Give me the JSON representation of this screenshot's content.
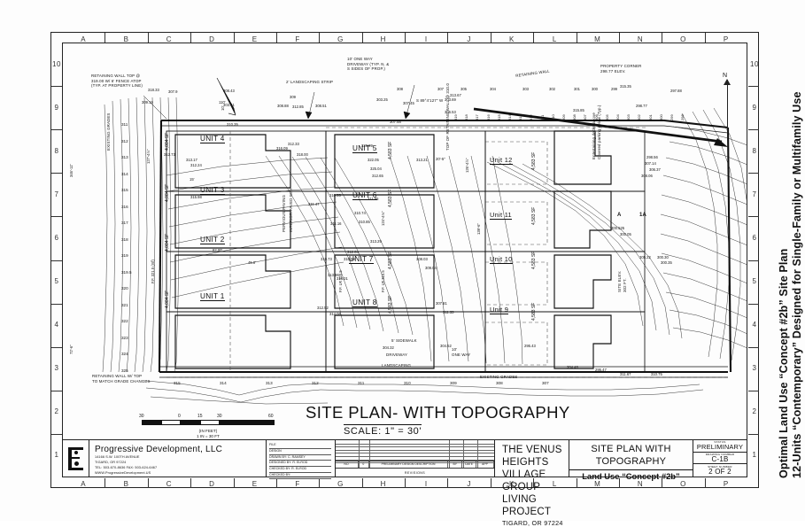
{
  "sheet": {
    "main_title": "SITE PLAN- WITH TOPOGRAPHY",
    "scale_label": "SCALE:  1\" = 30'"
  },
  "grid": {
    "columns": [
      "A",
      "B",
      "C",
      "D",
      "E",
      "F",
      "G",
      "H",
      "I",
      "J",
      "K",
      "L",
      "M",
      "N",
      "O",
      "P"
    ],
    "rows": [
      "10",
      "9",
      "8",
      "7",
      "6",
      "5",
      "4",
      "3",
      "2",
      "1"
    ]
  },
  "north_arrow": {
    "label": "N"
  },
  "scale_bar": {
    "ticks": [
      "30",
      "0",
      "15",
      "30",
      "60"
    ],
    "caption_line1": "(IN FEET)",
    "caption_line2": "1 IN = 30 FT"
  },
  "plan": {
    "units": [
      {
        "name": "UNIT 4",
        "area": "4,084 SF"
      },
      {
        "name": "UNIT 3",
        "area": "4,084 SF"
      },
      {
        "name": "UNIT 2",
        "area": "4,084 SF"
      },
      {
        "name": "UNIT 1",
        "area": "4,084 SF"
      },
      {
        "name": "UNIT 5",
        "area": "4,583 SF"
      },
      {
        "name": "UNIT 6",
        "area": "4,583 SF"
      },
      {
        "name": "UNIT 7",
        "area": "4,583 SF"
      },
      {
        "name": "UNIT 8",
        "area": "4,583 SF"
      },
      {
        "name": "Unit 12",
        "area": "4,583 SF"
      },
      {
        "name": "Unit 11",
        "area": "4,583 SF"
      },
      {
        "name": "Unit 10",
        "area": "4,583 SF"
      },
      {
        "name": "Unit 9",
        "area": "4,583 SF"
      }
    ],
    "annotations": {
      "retaining_wall_top": "RETAINING WALL TOP @\n319.00 W/ 6' FENCE ATOP\n(TYP. AT PROPERTY LINE)",
      "landscaping_strip": "2' LANDSCAPING STRIP",
      "one_way_driveway": "10' ONE WAY\nDRIVEWAY (TYP. N. &\nS SIDES OF PROP.)",
      "retaining_wall": "RETAINING WALL",
      "property_corner": "PROPERTY CORNER\n298.77 ELEV.",
      "decks_above": "Entertaining decks above\nCovered parking below (Typ.)",
      "retaining_wall_grade": "RETAINING WALL W/ TOP\nTO MATCH GRADE CHANGES",
      "existing_grades": "EXISTING GRADES",
      "existing_grades_left": "EXISTING GRADES",
      "sidewalk": "5' SIDEWALK",
      "driveway": "DRIVEWAY",
      "landscaping": "LANDSCAPING",
      "one_way_bottom": "10'\nONE WAY",
      "top_of_retaining_wall": "TOP OF RETAINING WALL @ 310.0",
      "pervious_paving": "PERVIOUS PAVING",
      "interior_paved_way": "INTERIOR PAVED WAY",
      "site_elev": "SITE ELEV.\n302 FT.",
      "bearing_top": "S 89°4'127\" W",
      "a_marker": "A",
      "one_a_marker": "1A"
    },
    "dimensions": {
      "left_vert_top": "346'-11\"",
      "left_vert_bottom": "72'-6\"",
      "width_110": "110'",
      "width_45": "45.0'",
      "depth_82": "82.00'",
      "d_127_45": "127'-4½\"",
      "d_124_46": "124'-4⅛\"",
      "d_126_45": "126'-4½\"",
      "d_139_6": "139'-6\"",
      "d_15": "15'",
      "d_20_5": "20'-5\"",
      "d_10": "10'",
      "ff_321": "F.F. 321.5 (mf)",
      "ff_320_5": "F.F. LR 320.5",
      "ff_310_5": "F.F. LR 310.5"
    },
    "spot_elevations": [
      "307.9",
      "308.43",
      "309",
      "308.88",
      "308.51",
      "308",
      "307",
      "305",
      "304",
      "303",
      "302",
      "301",
      "300",
      "299",
      "298.77",
      "297.88",
      "309.19",
      "310.35",
      "312.73",
      "313.17",
      "312.24",
      "315.98",
      "316.09",
      "318.00",
      "320.99",
      "322.05",
      "325.04",
      "312.65",
      "311.65",
      "310.55",
      "310.74",
      "310.85",
      "311.16",
      "313.29",
      "312.04",
      "310.99",
      "314.01",
      "312.52",
      "314.06",
      "313.21",
      "313.67",
      "315.85",
      "315.35",
      "308.06",
      "307.14",
      "306.37",
      "298.56",
      "305.22",
      "300.30",
      "300.35",
      "300.525",
      "300.05",
      "303.25",
      "303.69",
      "303.61",
      "304.32",
      "304.52",
      "295.43",
      "304.46",
      "295.47",
      "311.67",
      "310.75",
      "306.53",
      "307.45",
      "307.58",
      "308.03",
      "309.04",
      "307.81",
      "311.33",
      "312.33",
      "311.47",
      "310.73",
      "313.96",
      "312.85",
      "318.33",
      "313.87",
      "311.67",
      "310.73",
      "45.0'",
      "308.19",
      "307.21"
    ],
    "contours_left": [
      "311",
      "312",
      "313",
      "314",
      "315",
      "316",
      "317",
      "318",
      "319",
      "319.5",
      "320",
      "321",
      "322",
      "323",
      "324",
      "325"
    ],
    "contours_bottom": [
      "315",
      "314",
      "313",
      "312",
      "311",
      "310",
      "309",
      "308",
      "307"
    ],
    "contour_rail_top": [
      "319",
      "318",
      "317",
      "316",
      "315",
      "314",
      "313",
      "312",
      "311",
      "310",
      "309",
      "308",
      "307",
      "306",
      "305",
      "304",
      "303",
      "302",
      "301",
      "300",
      "299",
      "298"
    ]
  },
  "title_block": {
    "firm_name": "Progressive Development, LLC",
    "firm_address": "14166 S.W. 100TH AVENUE\nTIGARD, OR 97224\nTEL: 503-670-8636     FAX: 503-624-6467\nWWW.ProgressiveDevelopment.US",
    "stamp_rows": [
      "FILE",
      "DESIGN",
      "DRAWN BY:  C. RAMSEY",
      "DESIGNED BY:  R. ELROD",
      "CHECKED BY:  R. ELROD",
      "CHECKED BY:"
    ],
    "revision_row": {
      "no": "NO.",
      "date": "0",
      "description": "PRELIMINARY DESIGN\nDESCRIPTION",
      "by": "BY",
      "chk": "DATE",
      "app": "APP"
    },
    "revision_sub": [
      "NO.",
      "0",
      "DESCRIPTION",
      "BY",
      "DATE",
      "APP"
    ],
    "revisions_footer": "REVISIONS",
    "project_line1": "THE VENUS HEIGHTS VILLAGE",
    "project_line2": "GROUP LIVING PROJECT",
    "project_line3": "TIGARD, OR 97224",
    "sheet_title_l1": "SITE PLAN WITH",
    "sheet_title_l2": "TOPOGRAPHY",
    "land_use": "Land Use “Concept #2b”",
    "status_key": "STATUS",
    "status_value": "PRELIMINARY",
    "drawing_key": "DRAWING NUMBER",
    "drawing_value": "C-1B",
    "sheet_key": "SHEET NUMBER",
    "sheet_value": "2 OF 2"
  },
  "side_text": {
    "line1": "Optimal Land Use “Concept #2b” Site Plan",
    "line2": "12-Units “Contemporary” Designed for Single-Family or Multifamily Use"
  }
}
